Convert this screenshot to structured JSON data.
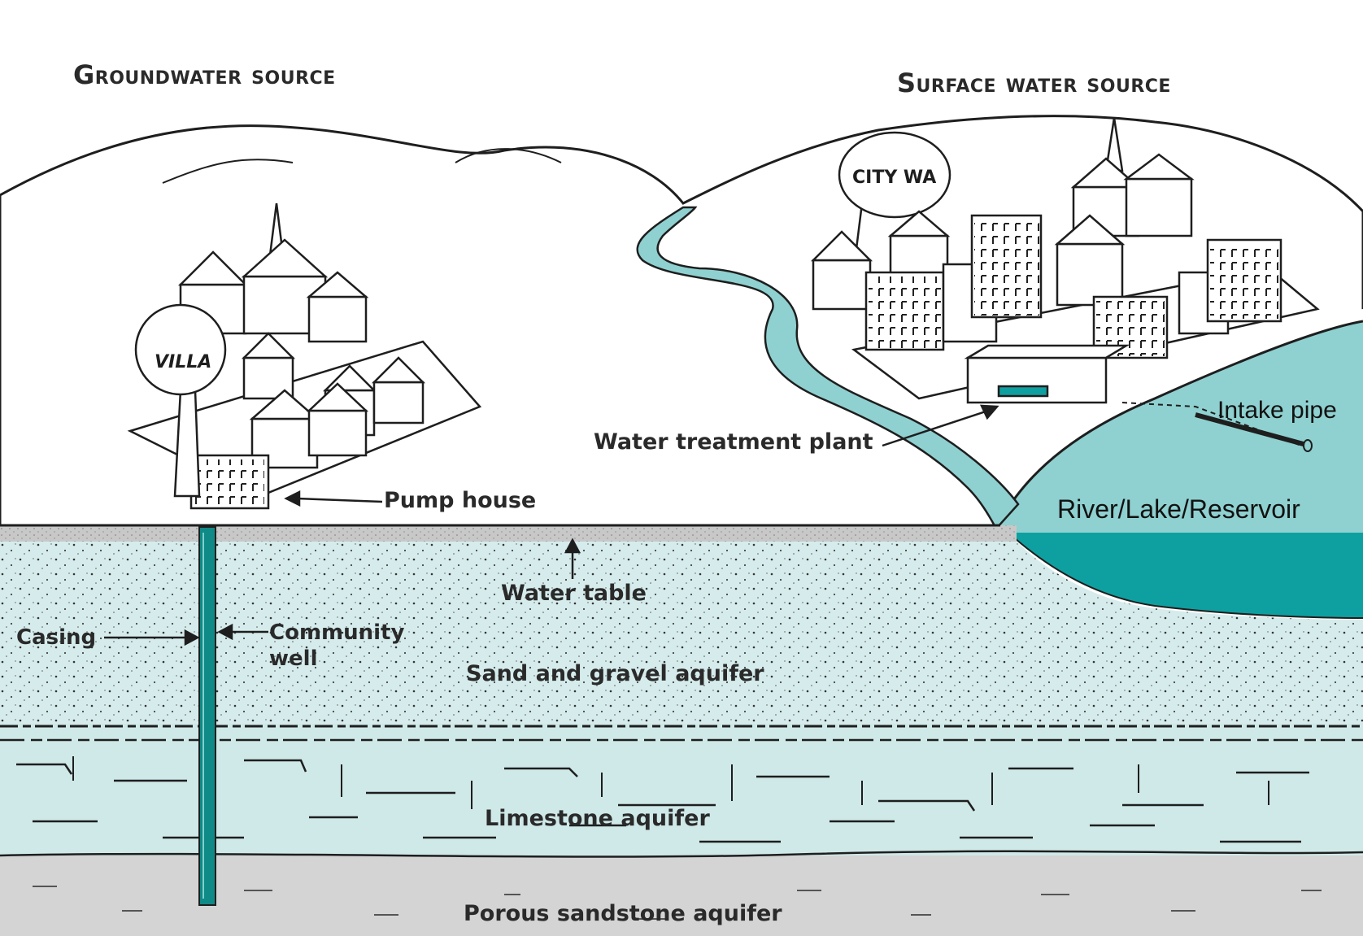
{
  "headings": {
    "groundwater": "Groundwater source",
    "surface": "Surface water source"
  },
  "signs": {
    "village_tower": "VILLA",
    "city_tower": "CITY WA"
  },
  "labels": {
    "pump_house": "Pump house",
    "water_treatment_plant": "Water treatment plant",
    "intake_pipe": "Intake pipe",
    "river_lake_reservoir": "River/Lake/Reservoir",
    "water_table": "Water table",
    "casing": "Casing",
    "community_well_1": "Community",
    "community_well_2": "well",
    "sand_gravel_aquifer": "Sand and gravel aquifer",
    "limestone_aquifer": "Limestone aquifer",
    "porous_sandstone_aquifer": "Porous sandstone aquifer"
  },
  "colors": {
    "sand_layer": "#d6ecec",
    "limestone_layer": "#cfe8e8",
    "sandstone_layer": "#d4d4d4",
    "ground_strip": "#c8c8c8",
    "water_light": "#8fd0d0",
    "water_dark": "#0ea0a0",
    "well": "#0f8a86",
    "ink": "#1e1e1e"
  }
}
